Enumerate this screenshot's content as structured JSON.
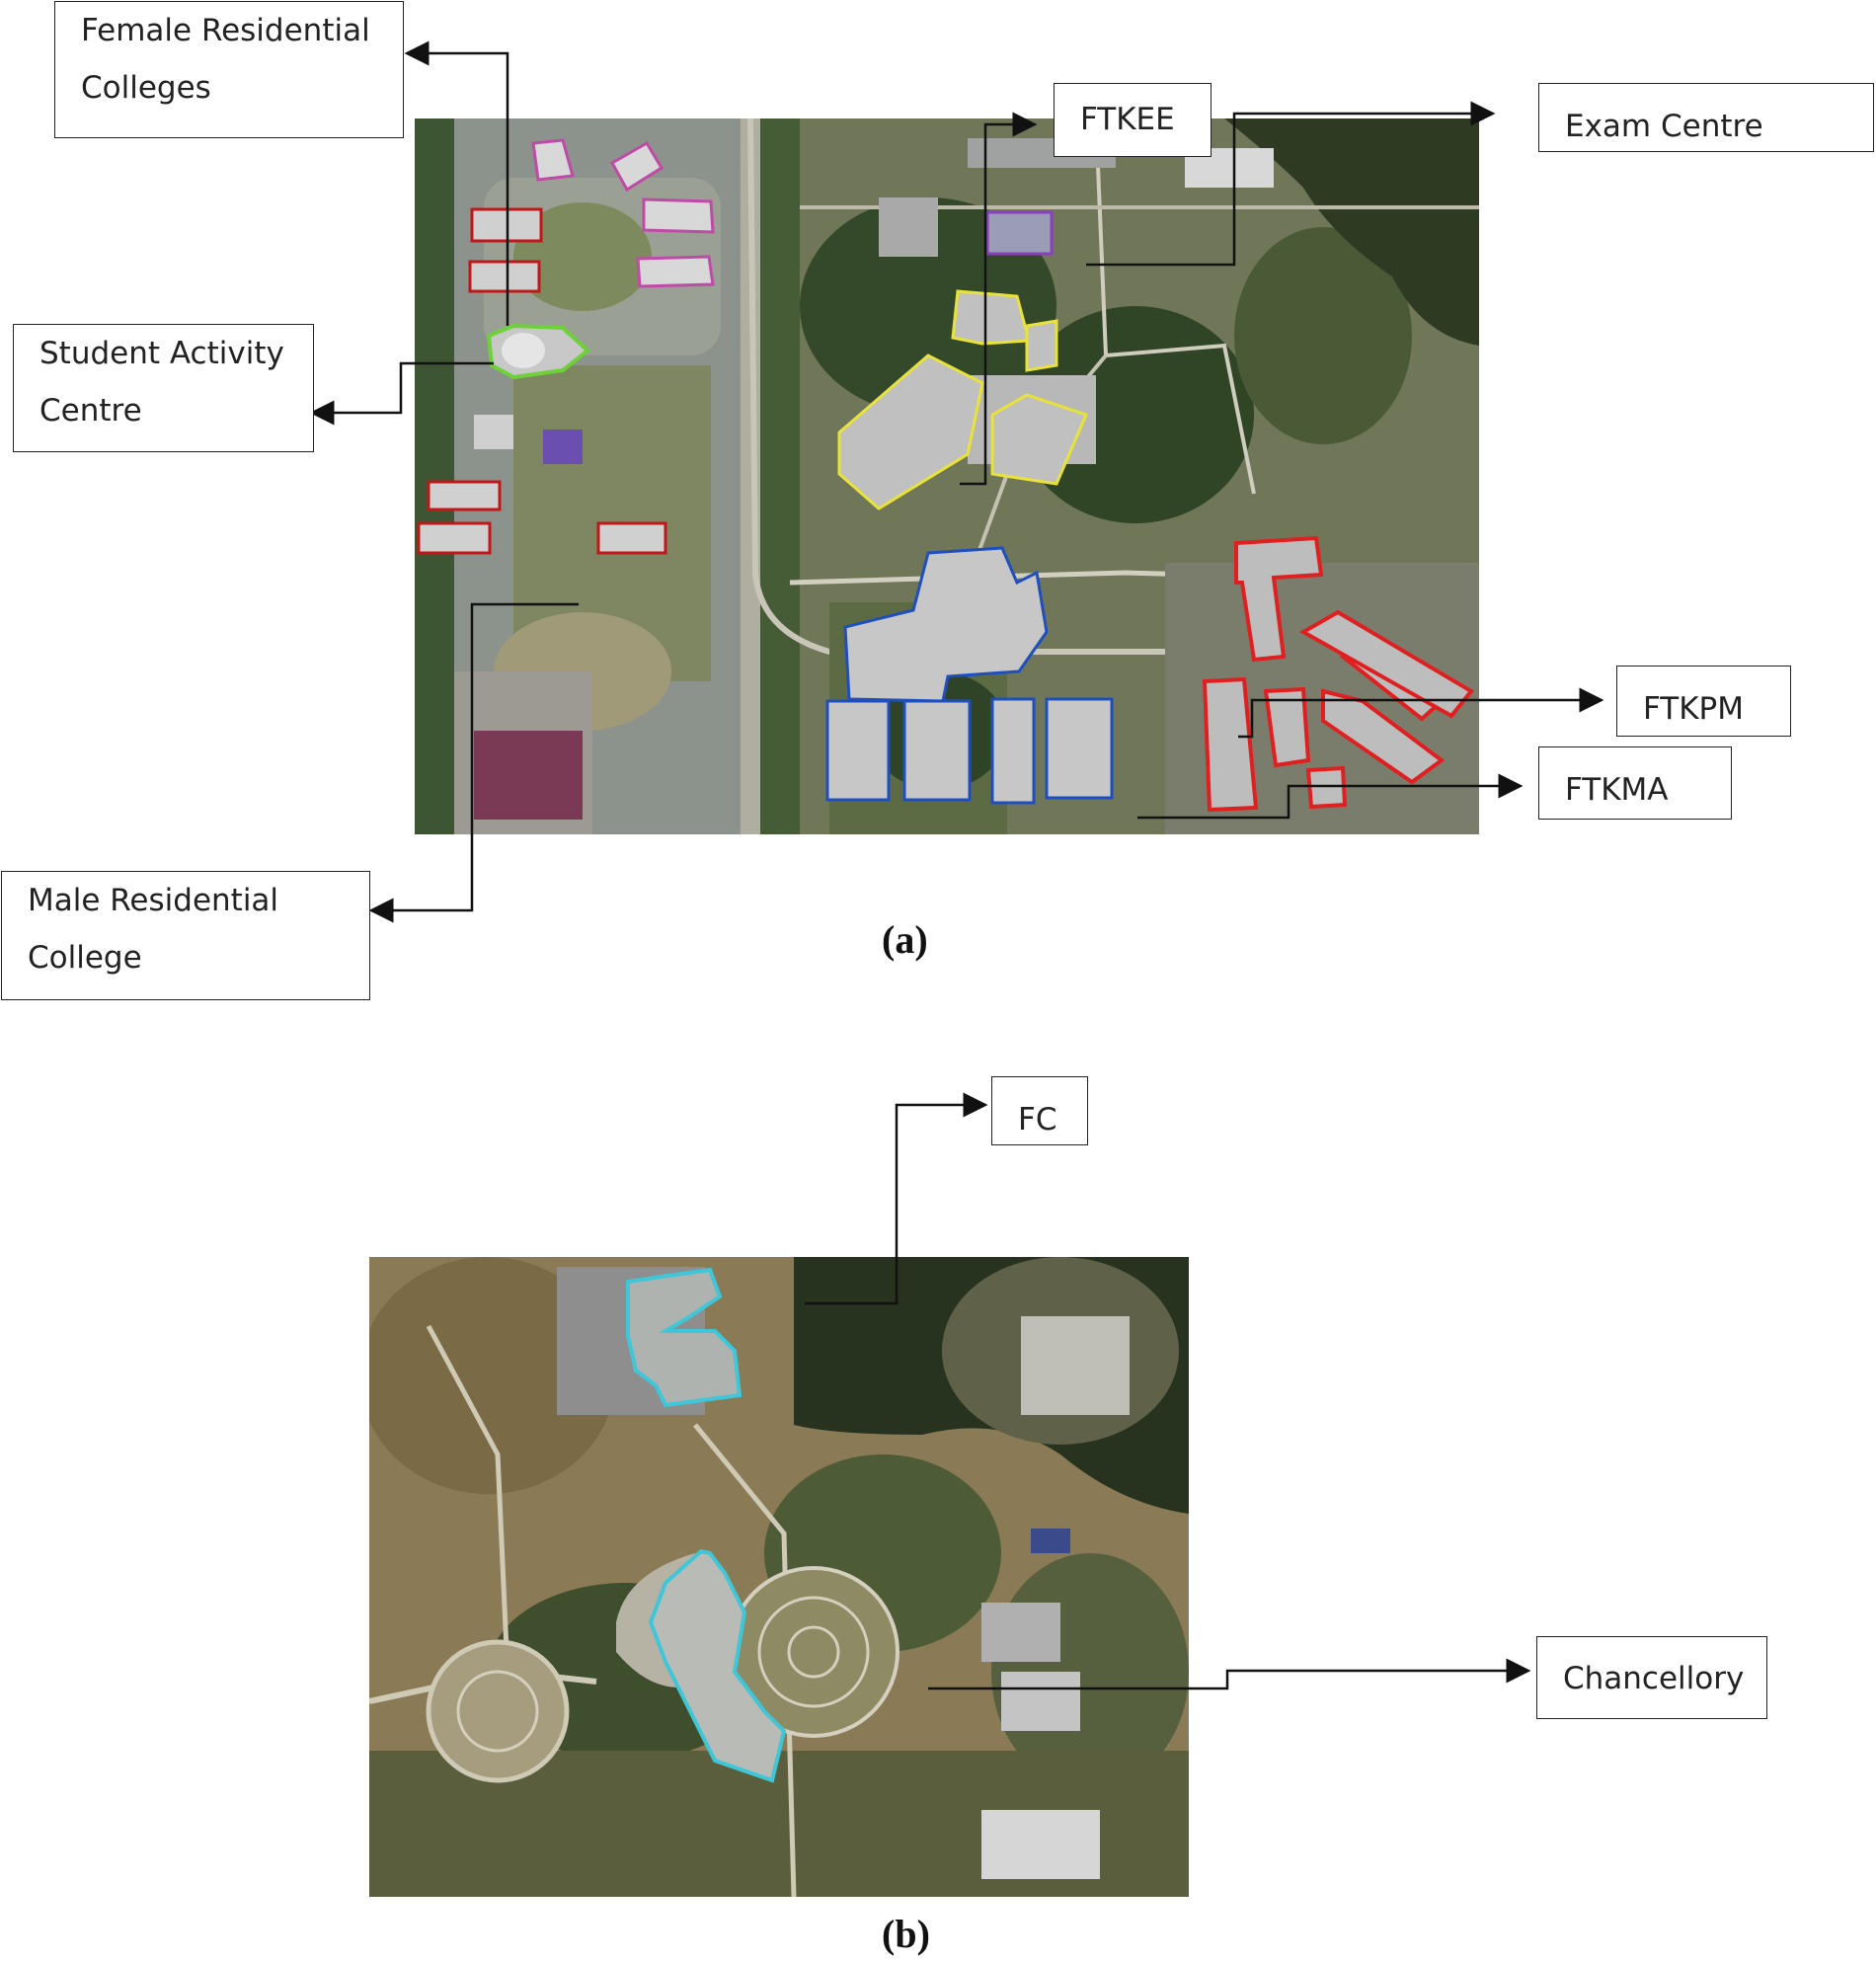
{
  "figure": {
    "panel_a": {
      "caption": "(a)",
      "labels": {
        "female_residential_colleges": [
          "Female Residential",
          "Colleges"
        ],
        "student_activity_centre": [
          "Student Activity",
          "Centre"
        ],
        "male_residential_college": [
          "Male Residential",
          "College"
        ],
        "ftkee": "FTKEE",
        "exam_centre": "Exam Centre",
        "ftkpm": "FTKPM",
        "ftkma": "FTKMA"
      },
      "outline_colors": {
        "female_residential": "#c04aa8",
        "male_residential": "#c01818",
        "student_activity": "#6fd13a",
        "exam_centre": "#8a3fc0",
        "ftkee": "#e8e23a",
        "ftkpm": "#1f4fbf",
        "ftkma": "#e02020"
      }
    },
    "panel_b": {
      "caption": "(b)",
      "labels": {
        "fc": "FC",
        "chancellory": "Chancellory"
      },
      "outline_colors": {
        "fc": "#3fc6d8",
        "chancellory": "#3fc6d8"
      }
    }
  }
}
